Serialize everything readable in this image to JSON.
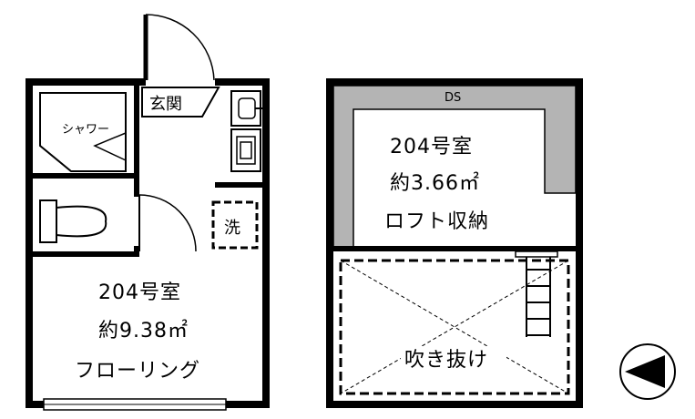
{
  "floor_plan": {
    "main_floor": {
      "entrance_label": "玄関",
      "shower_label": "シャワー",
      "laundry_label": "洗",
      "room_number": "204号室",
      "room_area": "約9.38㎡",
      "room_type": "フローリング"
    },
    "loft": {
      "duct_label": "DS",
      "room_number": "204号室",
      "room_area": "約3.66㎡",
      "room_type": "ロフト収納",
      "void_label": "吹き抜け"
    },
    "compass": {
      "icon": "north-arrow-icon"
    },
    "colors": {
      "wall": "#000000",
      "duct_fill": "#b4b4b4",
      "background": "#ffffff"
    }
  }
}
